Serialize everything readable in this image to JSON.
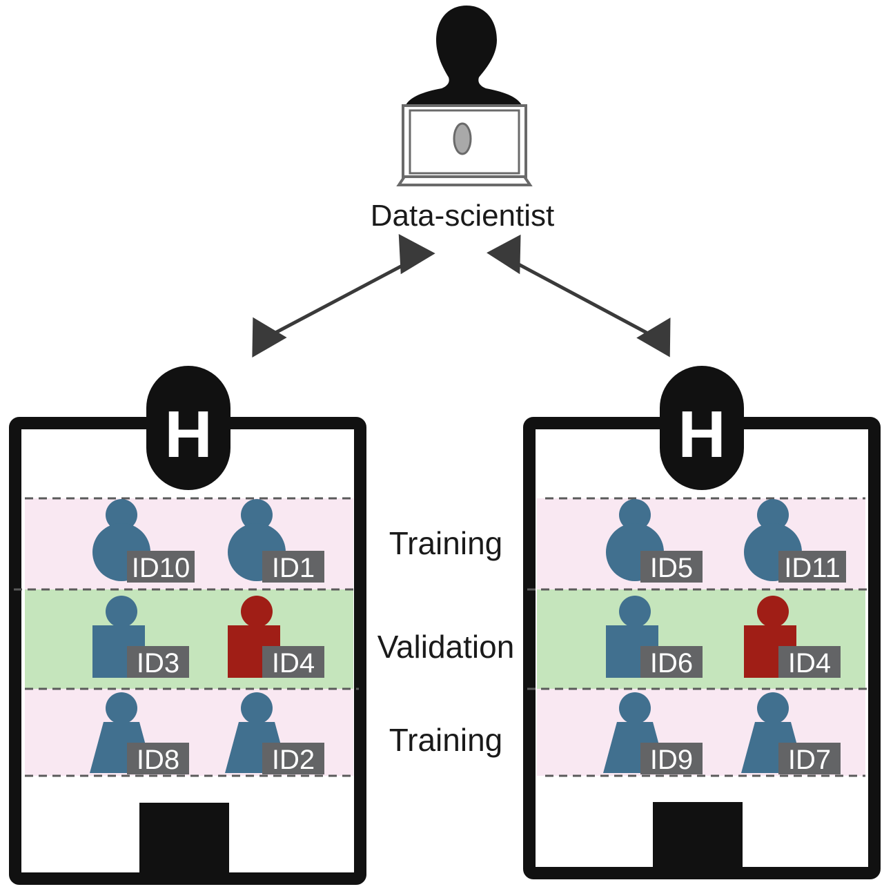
{
  "scientist": {
    "label": "Data-scientist",
    "icon": "person-at-laptop-icon"
  },
  "hospital_letter": "H",
  "zones": {
    "training_top": "Training",
    "validation": "Validation",
    "training_bottom": "Training"
  },
  "hospitals": [
    {
      "name": "left",
      "training_top": [
        {
          "id": "ID10",
          "shape": "round"
        },
        {
          "id": "ID1",
          "shape": "round"
        }
      ],
      "validation": [
        {
          "id": "ID3",
          "shape": "square",
          "flagged": false
        },
        {
          "id": "ID4",
          "shape": "square",
          "flagged": true
        }
      ],
      "training_bottom": [
        {
          "id": "ID8",
          "shape": "triangle"
        },
        {
          "id": "ID2",
          "shape": "triangle"
        }
      ]
    },
    {
      "name": "right",
      "training_top": [
        {
          "id": "ID5",
          "shape": "round"
        },
        {
          "id": "ID11",
          "shape": "round"
        }
      ],
      "validation": [
        {
          "id": "ID6",
          "shape": "square",
          "flagged": false
        },
        {
          "id": "ID4",
          "shape": "square",
          "flagged": true
        }
      ],
      "training_bottom": [
        {
          "id": "ID9",
          "shape": "triangle"
        },
        {
          "id": "ID7",
          "shape": "triangle"
        }
      ]
    }
  ],
  "colors": {
    "patient": "#41708f",
    "patient_flagged": "#a01e16",
    "training_band": "#f9e8f2",
    "validation_band": "#c5e5bc",
    "id_tag": "#636466",
    "arrow": "#3a3a3a",
    "outline": "#111111"
  }
}
